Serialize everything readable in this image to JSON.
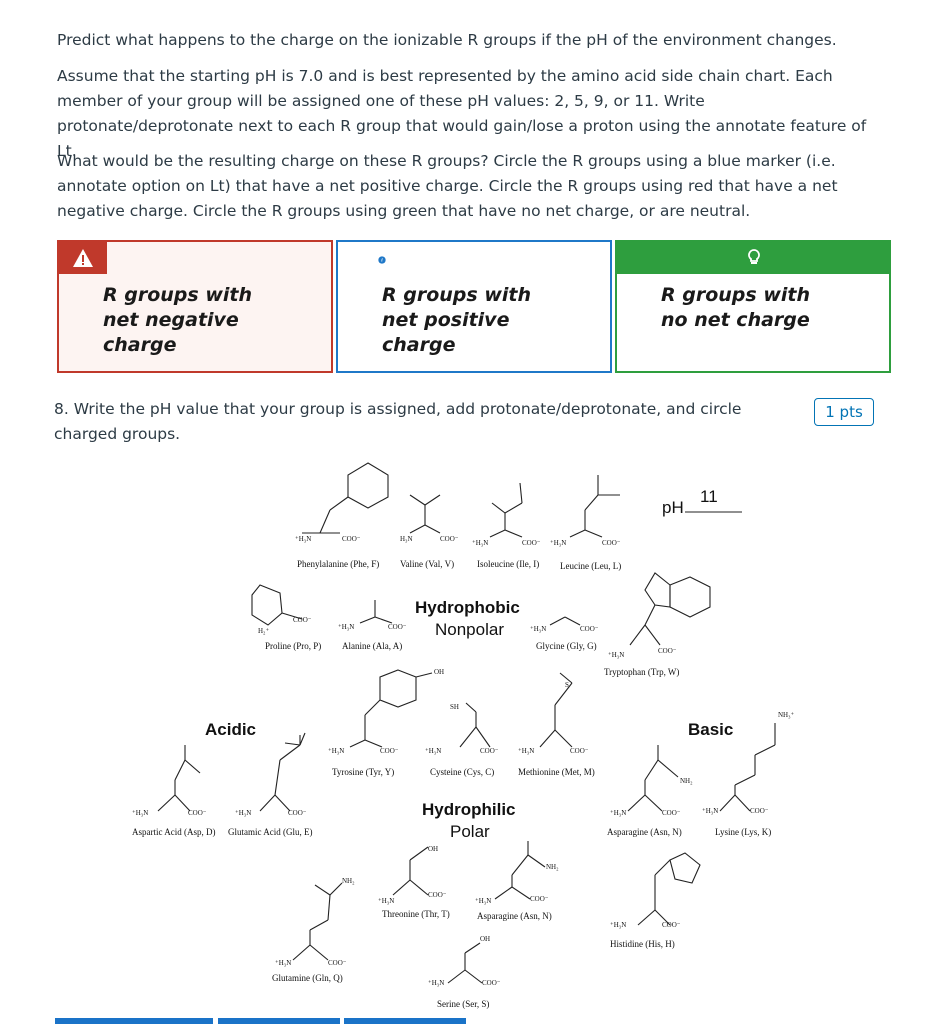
{
  "instructions": {
    "p1": "Predict what happens to the charge on the ionizable R groups if the pH of the environment changes.",
    "p2": "Assume that the starting pH is 7.0 and is best represented by the amino acid side chain chart. Each member of your group will be assigned one of these pH values: 2, 5, 9, or 11. Write protonate/deprotonate next to each R group that would gain/lose a proton using the annotate feature of Lt.",
    "p3": "What would be the resulting charge on these R groups? Circle the R groups using a blue marker (i.e. annotate option on Lt) that have a net positive charge. Circle the R groups using red that have a net negative charge. Circle the R groups using green that have no net charge, or are neutral."
  },
  "callouts": [
    {
      "icon": "warning-icon",
      "line1": "R groups with",
      "line2": "net negative",
      "line3": "charge",
      "color": "#c0392b"
    },
    {
      "icon": "info-icon",
      "line1": "R groups with",
      "line2": "net positive",
      "line3": "charge",
      "color": "#1f78c8"
    },
    {
      "icon": "lightbulb-icon",
      "line1": "R groups with",
      "line2": "no net charge",
      "line3": "",
      "color": "#2e9e3e"
    }
  ],
  "question": {
    "text": "8. Write the pH value that your group is assigned, add protonate/deprotonate, and circle charged groups.",
    "points": "1 pts"
  },
  "chart": {
    "ph_label": "pH",
    "ph_value": "11",
    "categories": {
      "hydrophobic": "Hydrophobic",
      "nonpolar": "Nonpolar",
      "hydrophilic": "Hydrophilic",
      "polar": "Polar",
      "acidic": "Acidic",
      "basic": "Basic"
    },
    "amino_acids": {
      "phe": "Phenylalanine (Phe, F)",
      "val": "Valine (Val, V)",
      "ile": "Isoleucine (Ile, I)",
      "leu": "Leucine (Leu, L)",
      "pro": "Proline (Pro, P)",
      "ala": "Alanine (Ala, A)",
      "gly": "Glycine (Gly, G)",
      "trp": "Tryptophan (Trp, W)",
      "tyr": "Tyrosine (Tyr, Y)",
      "cys": "Cysteine (Cys, C)",
      "met": "Methionine (Met, M)",
      "asp": "Aspartic Acid (Asp, D)",
      "glu": "Glutamic Acid (Glu, E)",
      "asn_basic": "Asparagine (Asn, N)",
      "lys": "Lysine (Lys, K)",
      "thr": "Threonine (Thr, T)",
      "asn": "Asparagine (Asn, N)",
      "his": "Histidine (His, H)",
      "gln": "Glutamine (Gln, Q)",
      "ser": "Serine (Ser, S)"
    }
  }
}
